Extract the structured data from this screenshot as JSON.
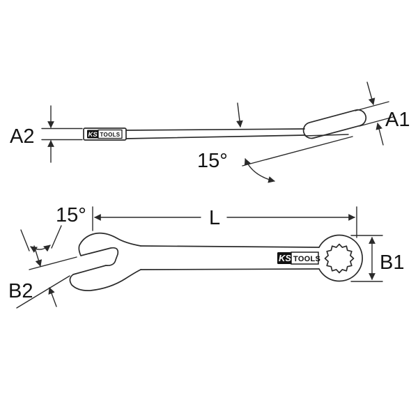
{
  "colors": {
    "background": "#ffffff",
    "line": "#2a2a2a",
    "text": "#131313",
    "logo_bg": "#111111"
  },
  "diagram": {
    "side_view": {
      "labels": {
        "a2": "A2",
        "a1": "A1",
        "angle": "15°"
      },
      "brand": {
        "ks": "KS",
        "tools": "TOOLS"
      }
    },
    "top_view": {
      "labels": {
        "length": "L",
        "b1": "B1",
        "b2": "B2",
        "angle": "15°"
      },
      "brand": {
        "ks": "KS",
        "tools": "TOOLS"
      }
    }
  }
}
